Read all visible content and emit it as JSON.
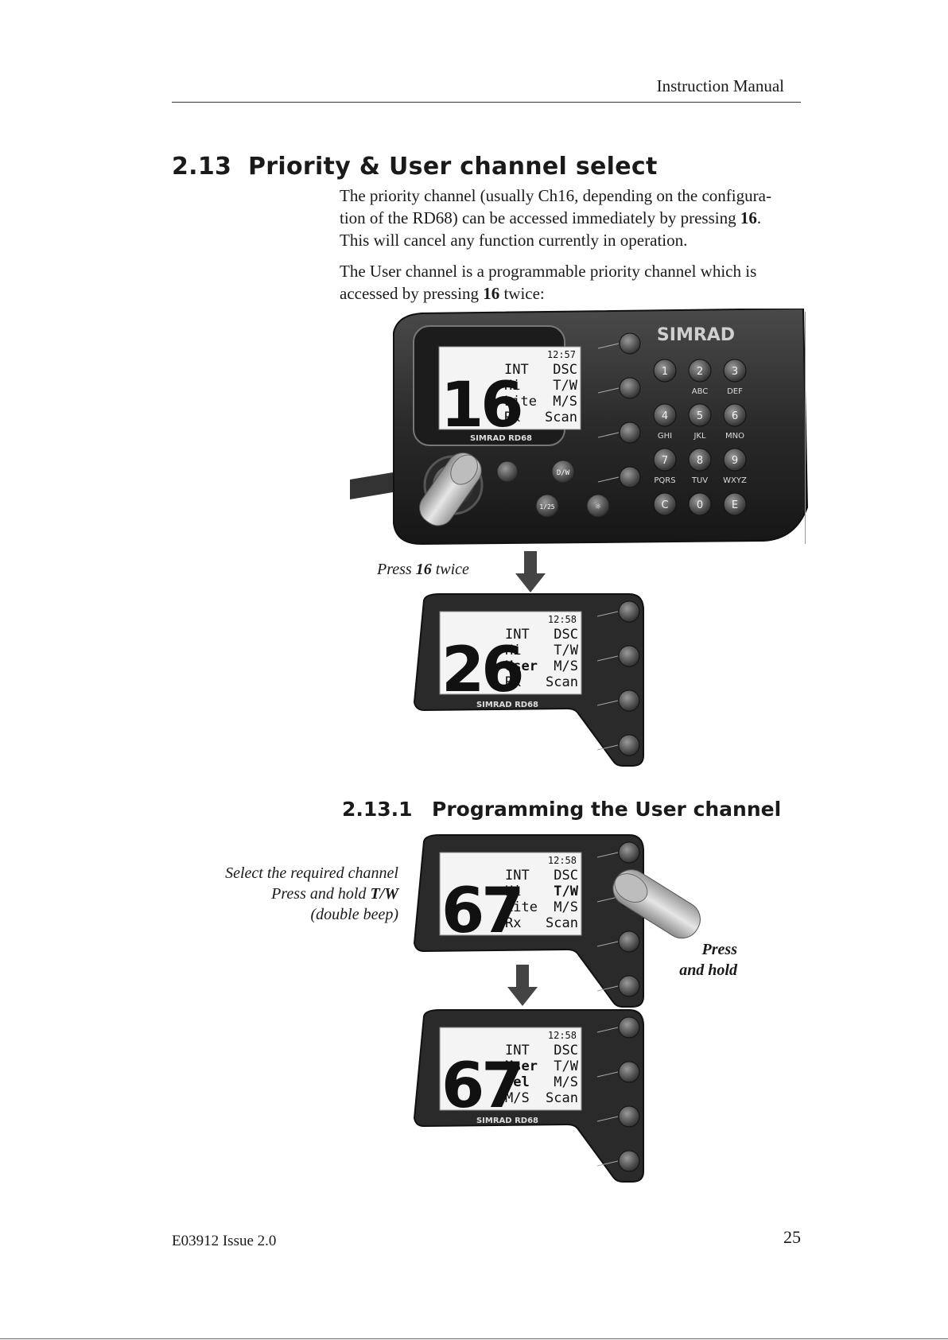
{
  "header": {
    "title": "Instruction Manual"
  },
  "section": {
    "number": "2.13",
    "title": "Priority & User channel select"
  },
  "paragraphs": [
    {
      "parts": [
        {
          "t": "The priority channel (usually Ch16, depending on the configura-"
        },
        {
          "br": true
        },
        {
          "t": "tion of the RD68) can be accessed immediately by pressing "
        },
        {
          "t": "16",
          "b": true
        },
        {
          "t": "."
        },
        {
          "br": true
        },
        {
          "t": "This will cancel any function currently in operation."
        }
      ]
    },
    {
      "parts": [
        {
          "t": "The User channel is a programmable priority channel which is"
        },
        {
          "br": true
        },
        {
          "t": "accessed by pressing "
        },
        {
          "t": "16",
          "b": true
        },
        {
          "t": " twice:"
        }
      ]
    }
  ],
  "subsection": {
    "number": "2.13.1",
    "title": "Programming the User channel"
  },
  "captions": {
    "press16": {
      "parts": [
        {
          "t": "Press "
        },
        {
          "t": "16",
          "b": true
        },
        {
          "t": " twice"
        }
      ]
    },
    "select": {
      "parts": [
        {
          "t": "Select the required channel"
        },
        {
          "br": true
        },
        {
          "t": "Press and hold "
        },
        {
          "t": "T/W",
          "b": true
        },
        {
          "br": true
        },
        {
          "t": "(double beep)"
        }
      ]
    },
    "presshold": {
      "parts": [
        {
          "t": "Press"
        },
        {
          "br": true
        },
        {
          "t": "and hold"
        }
      ]
    }
  },
  "device": {
    "brand": "SIMRAD",
    "model_label": "SIMRAD RD68",
    "keypad": [
      {
        "key": "1",
        "sub": ""
      },
      {
        "key": "2",
        "sub": "ABC"
      },
      {
        "key": "3",
        "sub": "DEF"
      },
      {
        "key": "4",
        "sub": "GHI"
      },
      {
        "key": "5",
        "sub": "JKL"
      },
      {
        "key": "6",
        "sub": "MNO"
      },
      {
        "key": "7",
        "sub": "PQRS"
      },
      {
        "key": "8",
        "sub": "TUV"
      },
      {
        "key": "9",
        "sub": "WXYZ"
      },
      {
        "key": "C",
        "sub": ""
      },
      {
        "key": "0",
        "sub": ""
      },
      {
        "key": "E",
        "sub": ""
      }
    ],
    "buttons": {
      "dw": "D/W",
      "power": "1/25"
    }
  },
  "displays": [
    {
      "time": "12:57",
      "channel": "16",
      "rows": [
        {
          "l": "INT",
          "r": "DSC"
        },
        {
          "l": "Hi",
          "r": "T/W"
        },
        {
          "l": "Lite",
          "r": "M/S"
        },
        {
          "l": "Rx",
          "r": "Scan"
        }
      ]
    },
    {
      "time": "12:58",
      "channel": "26",
      "rows": [
        {
          "l": "INT",
          "r": "DSC"
        },
        {
          "l": "Hi",
          "r": "T/W"
        },
        {
          "l": "User",
          "r": "M/S"
        },
        {
          "l": "Rx",
          "r": "Scan"
        }
      ]
    },
    {
      "time": "12:58",
      "channel": "67",
      "rows": [
        {
          "l": "INT",
          "r": "DSC"
        },
        {
          "l": "Hi",
          "r": "T/W"
        },
        {
          "l": "Lite",
          "r": "M/S"
        },
        {
          "l": "Rx",
          "r": "Scan"
        }
      ]
    },
    {
      "time": "12:58",
      "channel": "67",
      "rows": [
        {
          "l": "INT",
          "r": "DSC"
        },
        {
          "l": "User",
          "r": "T/W"
        },
        {
          "l": "Sel",
          "r": "M/S"
        },
        {
          "l": "M/S",
          "r": "Scan"
        }
      ]
    }
  ],
  "footer": {
    "doc_id": "E03912  Issue 2.0",
    "page": "25"
  }
}
